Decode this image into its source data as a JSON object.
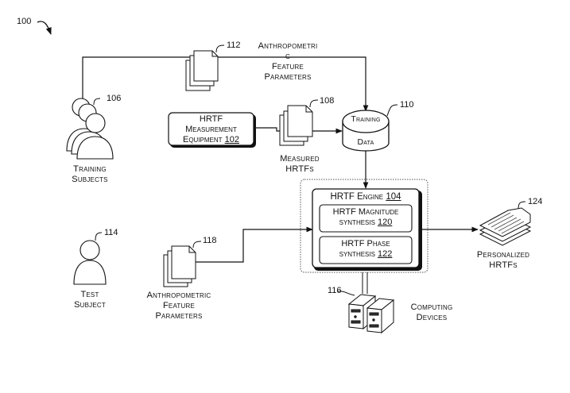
{
  "figure_ref": "100",
  "nodes": {
    "training_subjects": {
      "ref": "106",
      "label_line1": "Training",
      "label_line2": "Subjects"
    },
    "anthro_params_top": {
      "ref": "112",
      "label_line1": "Anthropometri",
      "label_line2": "c",
      "label_line3": "Feature",
      "label_line4": "Parameters"
    },
    "measurement_equipment": {
      "label_line1": "HRTF",
      "label_line2": "Measurement",
      "label_line3": "Equipment",
      "ref": "102"
    },
    "measured_hrtfs": {
      "ref": "108",
      "label_line1": "Measured",
      "label_line2": "HRTFs"
    },
    "training_data": {
      "ref": "110",
      "label_line1": "Training",
      "label_line2": "Data"
    },
    "hrtf_engine": {
      "label": "HRTF Engine",
      "ref": "104"
    },
    "magnitude_synthesis": {
      "label_line1": "HRTF Magnitude",
      "label_line2": "synthesis",
      "ref": "120"
    },
    "phase_synthesis": {
      "label_line1": "HRTF Phase",
      "label_line2": "synthesis",
      "ref": "122"
    },
    "test_subject": {
      "ref": "114",
      "label_line1": "Test",
      "label_line2": "Subject"
    },
    "anthro_params_bottom": {
      "ref": "118",
      "label_line1": "Anthropometric",
      "label_line2": "Feature",
      "label_line3": "Parameters"
    },
    "computing_devices": {
      "ref": "116",
      "label_line1": "Computing",
      "label_line2": "Devices"
    },
    "personalized_hrtfs": {
      "ref": "124",
      "label_line1": "Personalized",
      "label_line2": "HRTFs"
    }
  }
}
